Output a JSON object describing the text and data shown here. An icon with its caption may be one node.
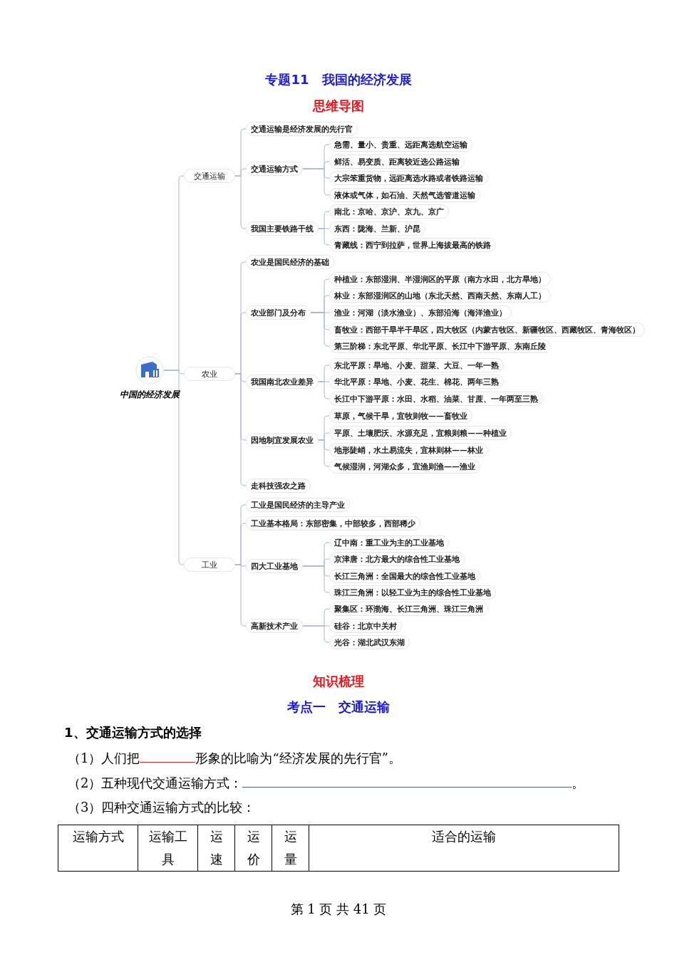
{
  "diagram": {
    "title": "专题11　我国的经济发展",
    "nodes": [
      {
        "text": [
          "中国的经济发展"
        ]
      },
      {
        "text": [
          "交通运输"
        ]
      },
      {
        "text": [
          "交通运输是经济发展的先行官"
        ]
      },
      {
        "text": [
          "交通运输方式"
        ]
      },
      {
        "text": [
          "急需、量小、贵重、远距离选航空运输"
        ]
      },
      {
        "text": [
          "鲜活、易变质、距离较近选公路运输"
        ]
      },
      {
        "text": [
          "大宗笨重货物，远距离选水路或者铁路运输"
        ]
      },
      {
        "text": [
          "液体或气体，如石油、天然气选管道运输"
        ]
      },
      {
        "text": [
          "我国主要铁路干线"
        ]
      },
      {
        "text": [
          "南北：京哈、京沪、京九、京广"
        ]
      },
      {
        "text": [
          "东西：陇海、兰新、沪昆"
        ]
      },
      {
        "text": [
          "青藏线：西宁到拉萨，世界上海拔最高的铁路"
        ]
      },
      {
        "text": [
          "农业"
        ]
      },
      {
        "text": [
          "农业是国民经济的基础"
        ]
      },
      {
        "text": [
          "农业部门及分布"
        ]
      },
      {
        "text": [
          "种植业：东部湿润、半湿润区的平原（南方水田，北方旱地）"
        ]
      },
      {
        "text": [
          "林业：东部湿润区的山地（东北天然、西南天然、东南人工）"
        ]
      },
      {
        "text": [
          "渔业：河湖（淡水渔业）、东部沿海（海洋渔业）"
        ]
      },
      {
        "text": [
          "畜牧业：西部干旱半干旱区，四大牧区（内蒙古牧区、新疆牧区、西藏牧区、青海牧区）"
        ]
      },
      {
        "text": [
          "第三阶梯：东北平原、华北平原、长江中下游平原、东南丘陵"
        ]
      },
      {
        "text": [
          "我国南北农业差异"
        ]
      },
      {
        "text": [
          "东北平原：旱地、小麦、甜菜、大豆、一年一熟"
        ]
      },
      {
        "text": [
          "华北平原：旱地、小麦、花生、棉花、两年三熟"
        ]
      },
      {
        "text": [
          "长江中下游平原：水田、水稻、油菜、甘蔗、一年两至三熟"
        ]
      },
      {
        "text": [
          "因地制宜发展农业"
        ]
      },
      {
        "text": [
          "草原，气候干旱，宜牧则牧——畜牧业"
        ]
      },
      {
        "text": [
          "平原、土壤肥沃、水源充足，宜粮则粮——种植业"
        ]
      },
      {
        "text": [
          "地形陡峭，水土易流失，宜林则林——林业"
        ]
      },
      {
        "text": [
          "气候湿润，河湖众多，宜渔则渔——渔业"
        ]
      },
      {
        "text": [
          "走科技强农之路"
        ]
      },
      {
        "text": [
          "工业"
        ]
      },
      {
        "text": [
          "工业是国民经济的主导产业"
        ]
      },
      {
        "text": [
          "工业基本格局：东部密集，中部较多，西部稀少"
        ]
      },
      {
        "text": [
          "四大工业基地"
        ]
      },
      {
        "text": [
          "辽中南：重工业为主的工业基地"
        ]
      },
      {
        "text": [
          "京津唐：北方最大的综合性工业基地"
        ]
      },
      {
        "text": [
          "长江三角洲：全国最大的综合性工业基地"
        ]
      },
      {
        "text": [
          "珠江三角洲：以轻工业为主的综合性工业基地"
        ]
      },
      {
        "text": [
          "高新技术产业"
        ]
      },
      {
        "text": [
          "聚集区：环渤海、长江三角洲、珠江三角洲"
        ]
      },
      {
        "text": [
          "硅谷：北京中关村"
        ]
      },
      {
        "text": [
          "光谷：湖北武汉东湖"
        ]
      }
    ],
    "edges": [
      {
        "from": 0,
        "to": 1,
        "arrow": "none"
      },
      {
        "from": 1,
        "to": 2,
        "arrow": "none"
      },
      {
        "from": 1,
        "to": 3,
        "arrow": "none"
      },
      {
        "from": 3,
        "to": 4,
        "arrow": "none"
      },
      {
        "from": 3,
        "to": 5,
        "arrow": "none"
      },
      {
        "from": 3,
        "to": 6,
        "arrow": "none"
      },
      {
        "from": 3,
        "to": 7,
        "arrow": "none"
      },
      {
        "from": 1,
        "to": 8,
        "arrow": "none"
      },
      {
        "from": 8,
        "to": 9,
        "arrow": "none"
      },
      {
        "from": 8,
        "to": 10,
        "arrow": "none"
      },
      {
        "from": 8,
        "to": 11,
        "arrow": "none"
      },
      {
        "from": 0,
        "to": 12,
        "arrow": "none"
      },
      {
        "from": 12,
        "to": 13,
        "arrow": "none"
      },
      {
        "from": 12,
        "to": 14,
        "arrow": "none"
      },
      {
        "from": 14,
        "to": 15,
        "arrow": "none"
      },
      {
        "from": 14,
        "to": 16,
        "arrow": "none"
      },
      {
        "from": 14,
        "to": 17,
        "arrow": "none"
      },
      {
        "from": 14,
        "to": 18,
        "arrow": "none"
      },
      {
        "from": 14,
        "to": 19,
        "arrow": "none"
      },
      {
        "from": 12,
        "to": 20,
        "arrow": "none"
      },
      {
        "from": 20,
        "to": 21,
        "arrow": "none"
      },
      {
        "from": 20,
        "to": 22,
        "arrow": "none"
      },
      {
        "from": 20,
        "to": 23,
        "arrow": "none"
      },
      {
        "from": 12,
        "to": 24,
        "arrow": "none"
      },
      {
        "from": 24,
        "to": 25,
        "arrow": "none"
      },
      {
        "from": 24,
        "to": 26,
        "arrow": "none"
      },
      {
        "from": 24,
        "to": 27,
        "arrow": "none"
      },
      {
        "from": 24,
        "to": 28,
        "arrow": "none"
      },
      {
        "from": 12,
        "to": 29,
        "arrow": "none"
      },
      {
        "from": 0,
        "to": 30,
        "arrow": "none"
      },
      {
        "from": 30,
        "to": 31,
        "arrow": "none"
      },
      {
        "from": 30,
        "to": 32,
        "arrow": "none"
      },
      {
        "from": 30,
        "to": 33,
        "arrow": "none"
      },
      {
        "from": 33,
        "to": 34,
        "arrow": "none"
      },
      {
        "from": 33,
        "to": 35,
        "arrow": "none"
      },
      {
        "from": 33,
        "to": 36,
        "arrow": "none"
      },
      {
        "from": 33,
        "to": 37,
        "arrow": "none"
      },
      {
        "from": 30,
        "to": 38,
        "arrow": "none"
      },
      {
        "from": 38,
        "to": 39,
        "arrow": "none"
      },
      {
        "from": 38,
        "to": 40,
        "arrow": "none"
      },
      {
        "from": 38,
        "to": 41,
        "arrow": "none"
      }
    ],
    "labels": [
      "思维导图",
      "知识梳理",
      "考点一　交通运输",
      "1、交通运输方式的选择",
      "（1）人们把",
      "形象的比喻为“经济发展的先行官”。",
      "（2）五种现代交通运输方式：",
      "。",
      "（3）四种交通运输方式的比较：",
      "运输方式",
      "运输工具",
      "运速",
      "运价",
      "运量",
      "适合的运输",
      "第 1 页 共 41 页"
    ]
  }
}
